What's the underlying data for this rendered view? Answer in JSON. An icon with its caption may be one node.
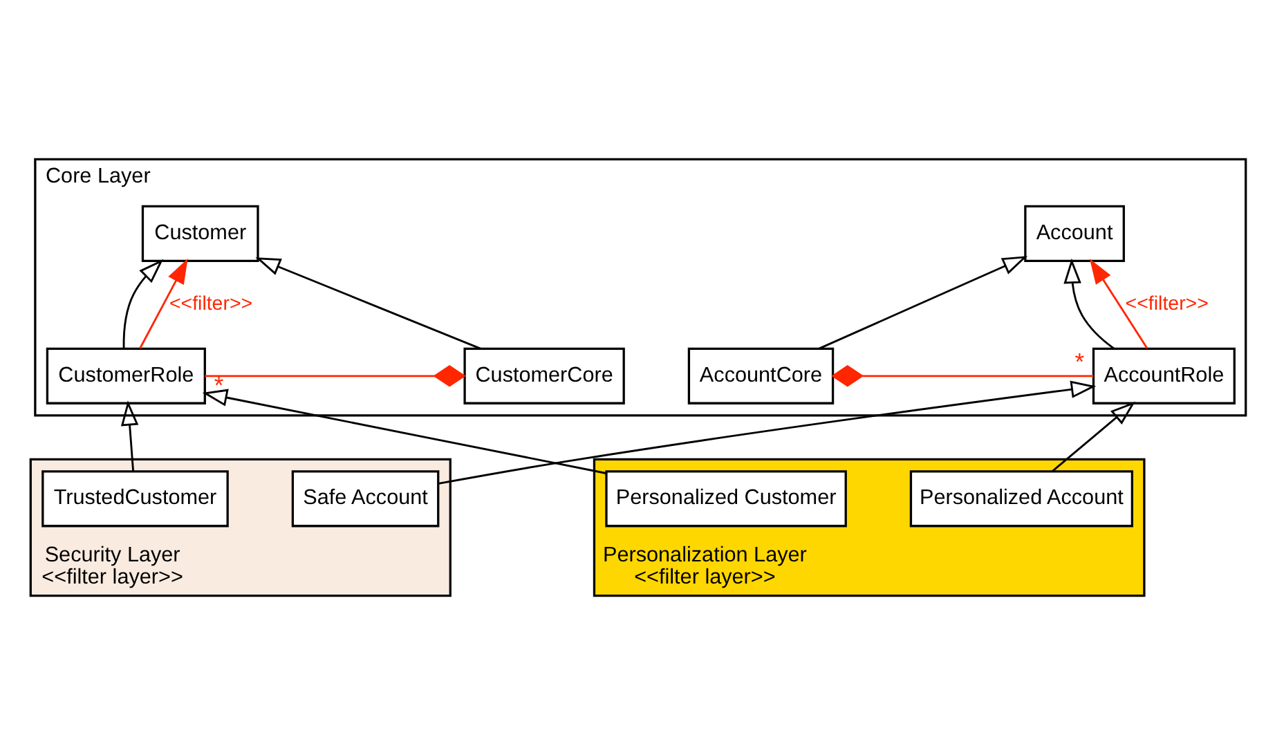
{
  "diagram": {
    "nodes": [
      {
        "text": [
          "Core Layer"
        ]
      },
      {
        "text": [
          "Customer"
        ],
        "in": 0
      },
      {
        "text": [
          "CustomerCore"
        ],
        "in": 0
      },
      {
        "text": [
          "CustomerRole"
        ],
        "in": 0
      },
      {
        "text": [
          "Account"
        ],
        "in": 0
      },
      {
        "text": [
          "AccountCore"
        ],
        "in": 0
      },
      {
        "text": [
          "AccountRole"
        ],
        "in": 0
      },
      {
        "text": [
          "Security Layer",
          "<<filter layer>>"
        ]
      },
      {
        "text": [
          "TrustedCustomer"
        ],
        "in": 7
      },
      {
        "text": [
          "Safe Account"
        ],
        "in": 7
      },
      {
        "text": [
          "Personalization Layer",
          "<<filter layer>>"
        ]
      },
      {
        "text": [
          "Personalized Customer"
        ],
        "in": 10
      },
      {
        "text": [
          "Personalized Account"
        ],
        "in": 10
      }
    ],
    "edges": [
      {
        "from": 2,
        "to": 1,
        "arrow": "to"
      },
      {
        "from": 3,
        "to": 1,
        "arrow": "to"
      },
      {
        "from": 3,
        "to": 1,
        "arrow": "to",
        "label": "<<filter>>",
        "color": "#ff2600"
      },
      {
        "from": 2,
        "to": 3,
        "arrow": "other",
        "label": "*",
        "color": "#ff2600"
      },
      {
        "from": 5,
        "to": 4,
        "arrow": "to"
      },
      {
        "from": 6,
        "to": 4,
        "arrow": "to"
      },
      {
        "from": 6,
        "to": 4,
        "arrow": "to",
        "label": "<<filter>>",
        "color": "#ff2600"
      },
      {
        "from": 5,
        "to": 6,
        "arrow": "other",
        "label": "*",
        "color": "#ff2600"
      },
      {
        "from": 8,
        "to": 3,
        "arrow": "to"
      },
      {
        "from": 9,
        "to": 6,
        "arrow": "to"
      },
      {
        "from": 11,
        "to": 3,
        "arrow": "to"
      },
      {
        "from": 12,
        "to": 6,
        "arrow": "to"
      }
    ]
  }
}
